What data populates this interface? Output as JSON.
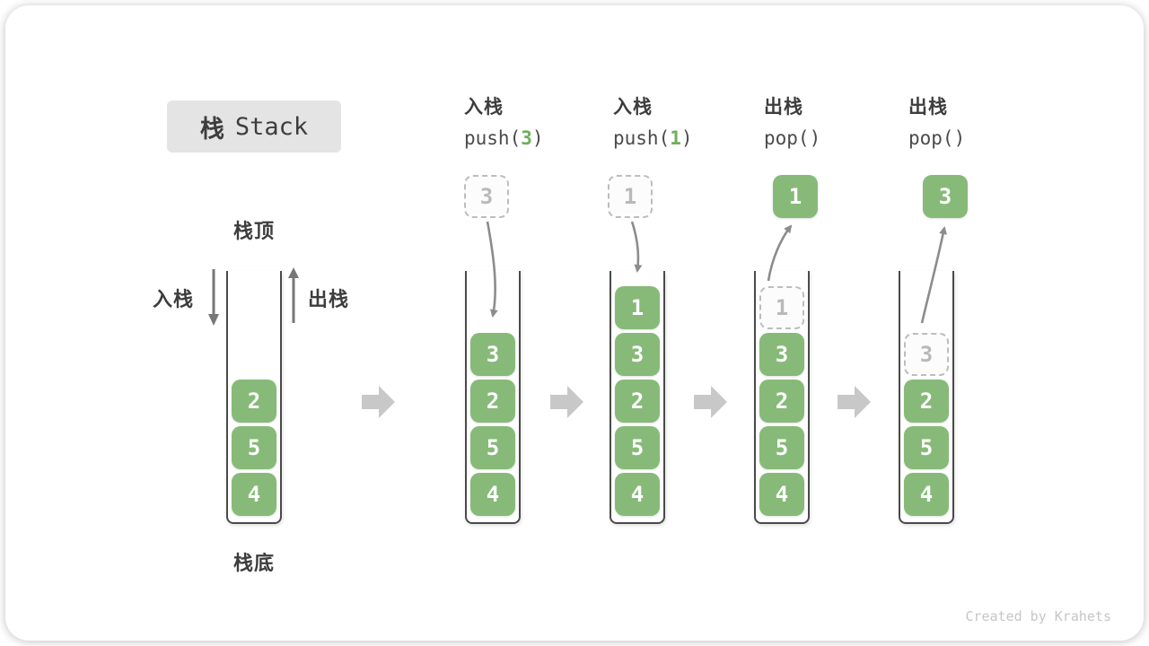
{
  "title": {
    "cn": "栈",
    "en": "Stack"
  },
  "labels": {
    "stack_top": "栈顶",
    "stack_bottom": "栈底",
    "push_direction": "入栈",
    "pop_direction": "出栈"
  },
  "operations": [
    {
      "cn": "入栈",
      "code_pre": "push(",
      "code_num": "3",
      "code_suf": ")"
    },
    {
      "cn": "入栈",
      "code_pre": "push(",
      "code_num": "1",
      "code_suf": ")"
    },
    {
      "cn": "出栈",
      "code_pre": "pop()",
      "code_num": "",
      "code_suf": ""
    },
    {
      "cn": "出栈",
      "code_pre": "pop()",
      "code_num": "",
      "code_suf": ""
    }
  ],
  "stacks": [
    {
      "name": "initial",
      "items": [
        {
          "value": "2",
          "variant": "solid"
        },
        {
          "value": "5",
          "variant": "solid"
        },
        {
          "value": "4",
          "variant": "solid"
        }
      ]
    },
    {
      "name": "after-push-3",
      "items": [
        {
          "value": "3",
          "variant": "solid"
        },
        {
          "value": "2",
          "variant": "solid"
        },
        {
          "value": "5",
          "variant": "solid"
        },
        {
          "value": "4",
          "variant": "solid"
        }
      ]
    },
    {
      "name": "after-push-1",
      "items": [
        {
          "value": "1",
          "variant": "solid"
        },
        {
          "value": "3",
          "variant": "solid"
        },
        {
          "value": "2",
          "variant": "solid"
        },
        {
          "value": "5",
          "variant": "solid"
        },
        {
          "value": "4",
          "variant": "solid"
        }
      ]
    },
    {
      "name": "after-pop-1",
      "items": [
        {
          "value": "1",
          "variant": "dashed"
        },
        {
          "value": "3",
          "variant": "solid"
        },
        {
          "value": "2",
          "variant": "solid"
        },
        {
          "value": "5",
          "variant": "solid"
        },
        {
          "value": "4",
          "variant": "solid"
        }
      ]
    },
    {
      "name": "after-pop-3",
      "items": [
        {
          "value": "3",
          "variant": "dashed"
        },
        {
          "value": "2",
          "variant": "solid"
        },
        {
          "value": "5",
          "variant": "solid"
        },
        {
          "value": "4",
          "variant": "solid"
        }
      ]
    }
  ],
  "floating_items": [
    {
      "value": "3",
      "variant": "dashed"
    },
    {
      "value": "1",
      "variant": "dashed"
    },
    {
      "value": "1",
      "variant": "solid"
    },
    {
      "value": "3",
      "variant": "solid"
    }
  ],
  "watermark": "Created by Krahets",
  "colors": {
    "item_green": "#87ba79",
    "code_num_green": "#6fae57",
    "dashed_gray": "#bdbdbd",
    "container_border": "#4a4a4a",
    "curved_arrow": "#8c8c8c",
    "block_arrow": "#c8c8c8",
    "title_bg": "#e4e4e4",
    "text_dark": "#3d3d3d",
    "watermark_gray": "#c6c6c6"
  }
}
